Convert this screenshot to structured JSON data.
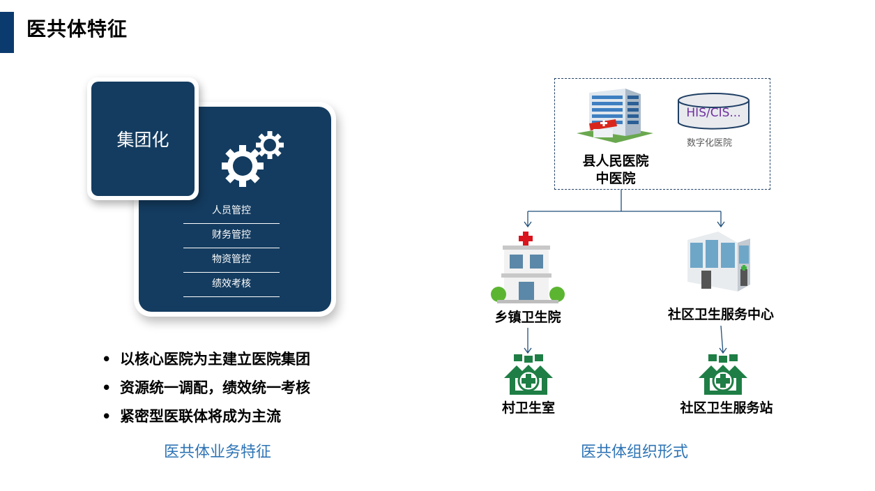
{
  "header": {
    "title": "医共体特征",
    "accent_color": "#0b3a6e"
  },
  "left_panel": {
    "card_small_label": "集团化",
    "card_color": "#143c60",
    "controls": [
      "人员管控",
      "财务管控",
      "物资管控",
      "绩效考核"
    ],
    "bullets": [
      "以核心医院为主建立医院集团",
      "资源统一调配，绩效统一考核",
      "紧密型医联体将成为主流"
    ],
    "bullet_symbol": "•",
    "caption": "医共体业务特征"
  },
  "right_panel": {
    "top_node": {
      "label_line1": "县人民医院",
      "label_line2": "中医院"
    },
    "database": {
      "text": "HIS/CIS...",
      "caption": "数字化医院",
      "text_color": "#7030a0"
    },
    "nodes": {
      "township": "乡镇卫生院",
      "community_center": "社区卫生服务中心",
      "village": "村卫生室",
      "community_station": "社区卫生服务站"
    },
    "caption": "医共体组织形式",
    "line_color": "#1f4e79",
    "clinic_green": "#1e7e45"
  }
}
